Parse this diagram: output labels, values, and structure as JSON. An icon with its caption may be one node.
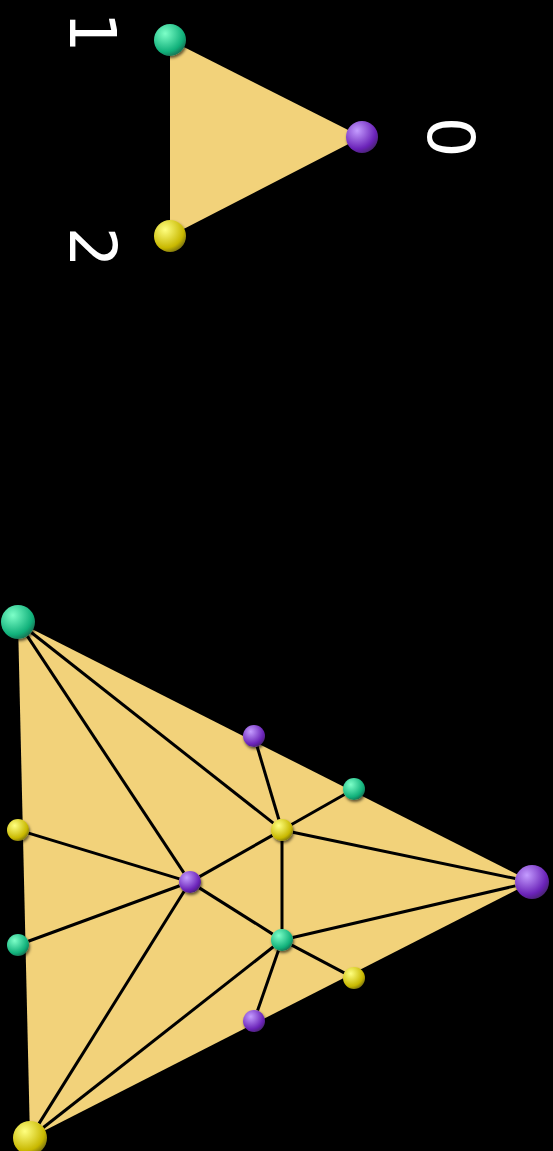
{
  "diagram": {
    "nodes": [
      {
        "text": [],
        "shape": "circle",
        "beside": [
          "1"
        ]
      },
      {
        "text": [],
        "shape": "circle",
        "beside": [
          "0"
        ]
      },
      {
        "text": [],
        "shape": "circle",
        "beside": [
          "2"
        ]
      },
      {
        "text": [],
        "shape": "circle"
      },
      {
        "text": [],
        "shape": "circle"
      },
      {
        "text": [],
        "shape": "circle"
      },
      {
        "text": [],
        "shape": "circle"
      },
      {
        "text": [],
        "shape": "circle"
      },
      {
        "text": [],
        "shape": "circle"
      },
      {
        "text": [],
        "shape": "circle"
      },
      {
        "text": [],
        "shape": "circle"
      },
      {
        "text": [],
        "shape": "circle"
      },
      {
        "text": [],
        "shape": "circle"
      },
      {
        "text": [],
        "shape": "circle"
      },
      {
        "text": [],
        "shape": "circle"
      }
    ],
    "edges": [
      {
        "from": 3,
        "to": 8,
        "arrow": "none"
      },
      {
        "from": 3,
        "to": 7,
        "arrow": "none"
      },
      {
        "from": 6,
        "to": 8,
        "arrow": "none"
      },
      {
        "from": 11,
        "to": 8,
        "arrow": "none"
      },
      {
        "from": 14,
        "to": 8,
        "arrow": "none"
      },
      {
        "from": 14,
        "to": 10,
        "arrow": "none"
      },
      {
        "from": 8,
        "to": 7,
        "arrow": "none"
      },
      {
        "from": 8,
        "to": 10,
        "arrow": "none"
      },
      {
        "from": 7,
        "to": 10,
        "arrow": "none"
      },
      {
        "from": 7,
        "to": 4,
        "arrow": "none"
      },
      {
        "from": 7,
        "to": 5,
        "arrow": "none"
      },
      {
        "from": 7,
        "to": 9,
        "arrow": "none"
      },
      {
        "from": 10,
        "to": 9,
        "arrow": "none"
      },
      {
        "from": 10,
        "to": 12,
        "arrow": "none"
      },
      {
        "from": 10,
        "to": 13,
        "arrow": "none"
      }
    ]
  }
}
